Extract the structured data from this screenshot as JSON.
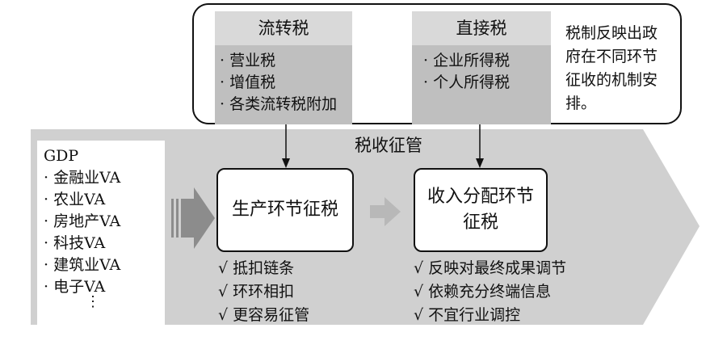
{
  "banner_title": "税收征管",
  "turnover_tax": {
    "title": "流转税",
    "items": [
      "· 营业税",
      "· 增值税",
      "· 各类流转税附加"
    ]
  },
  "direct_tax": {
    "title": "直接税",
    "items": [
      "· 企业所得税",
      "· 个人所得税"
    ]
  },
  "side_note": [
    "税制反映出政",
    "府在不同环节",
    "征收的机制安",
    "排。"
  ],
  "gdp": {
    "title": "GDP",
    "items": [
      "· 金融业VA",
      "· 农业VA",
      "· 房地产VA",
      "· 科技VA",
      "· 建筑业VA",
      "· 电子VA"
    ],
    "ellipsis": "⋮"
  },
  "production_stage": {
    "label": "生产环节征税",
    "checks": [
      "√  抵扣链条",
      "√  环环相扣",
      "√  更容易征管"
    ]
  },
  "distribution_stage": {
    "label_lines": [
      "收入分配环节",
      "征税"
    ],
    "checks": [
      "√  反映对最终成果调节",
      "√  依赖充分终端信息",
      "√  不宜行业调控"
    ]
  },
  "colors": {
    "banner": "#d0d0d0",
    "header_fill": "#d9d9d9",
    "body_fill": "#bfbfbf",
    "big_arrow": "#8c8c8c",
    "small_arrow": "#b8b8b8"
  }
}
